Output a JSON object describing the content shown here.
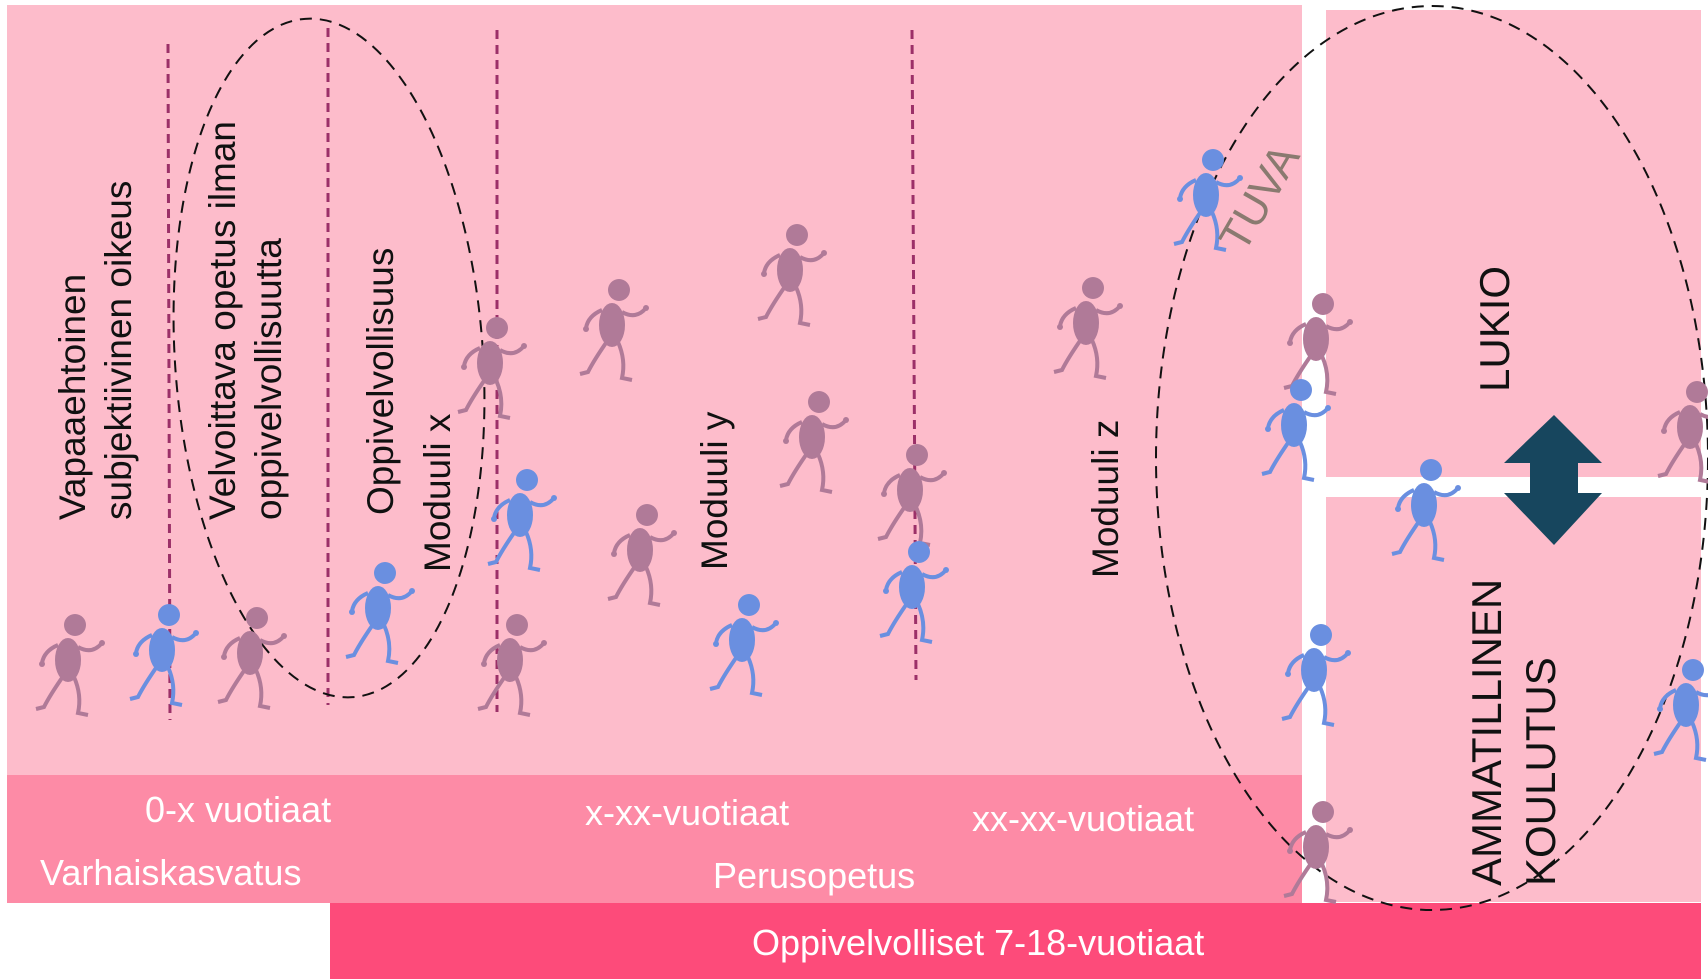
{
  "labels": {
    "vapaaehtoinen": "Vapaaehtoinen\nsubjektiivinen oikeus",
    "velvoittava": "Velvoittava opetus ilman\noppivelvollisuutta",
    "oppivelvollisuus": "Oppivelvollisuus",
    "moduuli_x": "Moduuli x",
    "moduuli_y": "Moduuli y",
    "moduuli_z": "Moduuli z",
    "tuva": "TUVA",
    "lukio": "LUKIO",
    "ammatillinen": "AMMATILLINEN\nKOULUTUS"
  },
  "ages": {
    "a1": "0-x vuotiaat",
    "a2": "x-xx-vuotiaat",
    "a3": "xx-xx-vuotiaat"
  },
  "stages": {
    "varhaiskasvatus": "Varhaiskasvatus",
    "perusopetus": "Perusopetus"
  },
  "bottom_band": "Oppivelvolliset 7-18-vuotiaat",
  "colors": {
    "zone_pink": "#fdbccb",
    "band_pink": "#fd8ba6",
    "bottom_pink": "#fd4b7a",
    "runner_mauve": "#b07a98",
    "runner_blue": "#6a8fe0",
    "arrow": "#17465e",
    "dashed_line": "#9b3068"
  }
}
